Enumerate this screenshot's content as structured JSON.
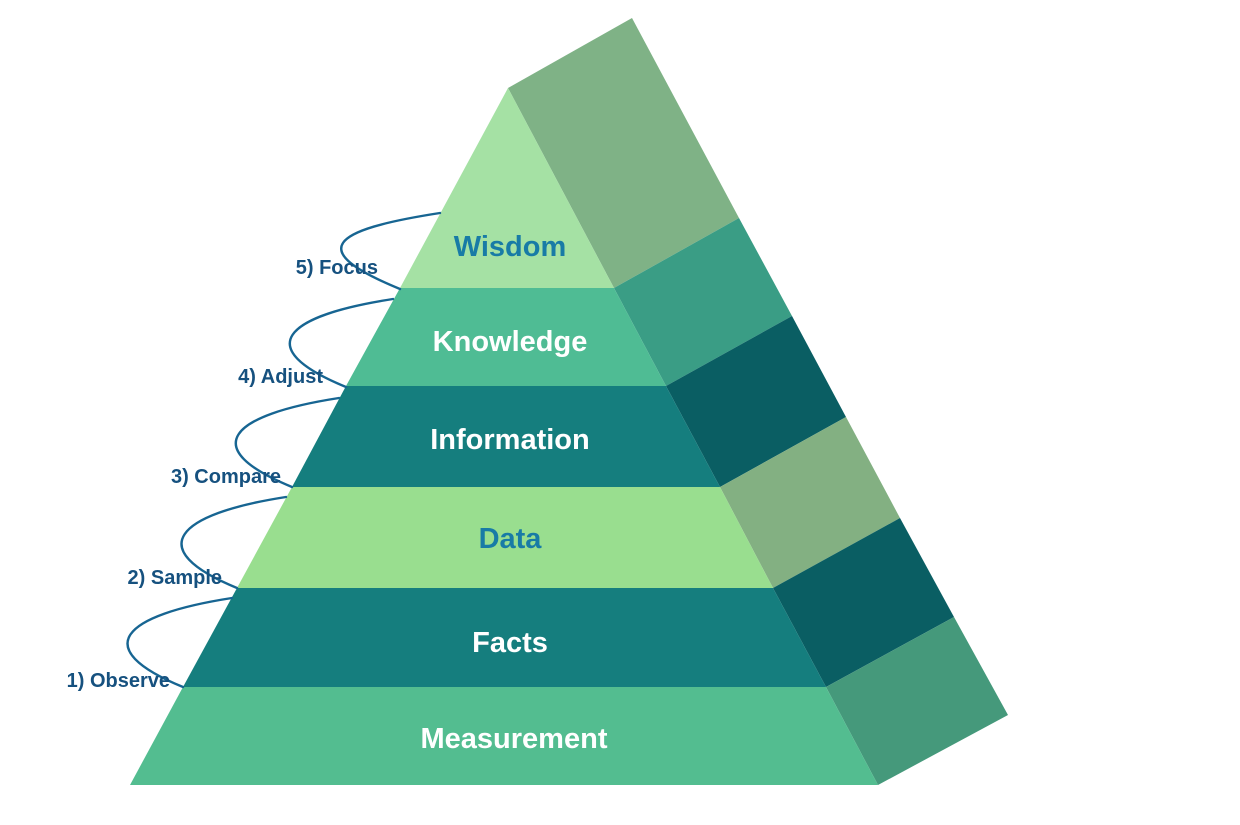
{
  "diagram": {
    "name": "DIKW pyramid",
    "background": "#ffffff",
    "arc_color": "#176592",
    "step_label_color": "#16517f",
    "levels": [
      {
        "label": "Wisdom",
        "front_color": "#a5e1a4",
        "side_color": "#7fb286",
        "label_color": "#187ba6"
      },
      {
        "label": "Knowledge",
        "front_color": "#4fbc94",
        "side_color": "#3a9d85",
        "label_color": "#ffffff"
      },
      {
        "label": "Information",
        "front_color": "#157e7e",
        "side_color": "#0a5e63",
        "label_color": "#ffffff"
      },
      {
        "label": "Data",
        "front_color": "#99de8f",
        "side_color": "#83b082",
        "label_color": "#187ba6"
      },
      {
        "label": "Facts",
        "front_color": "#157e7e",
        "side_color": "#0a5e63",
        "label_color": "#ffffff"
      },
      {
        "label": "Measurement",
        "front_color": "#53bd90",
        "side_color": "#45997b",
        "label_color": "#ffffff"
      }
    ],
    "steps": [
      {
        "label": "1) Observe"
      },
      {
        "label": "2) Sample"
      },
      {
        "label": "3) Compare"
      },
      {
        "label": "4) Adjust"
      },
      {
        "label": "5) Focus"
      }
    ]
  }
}
